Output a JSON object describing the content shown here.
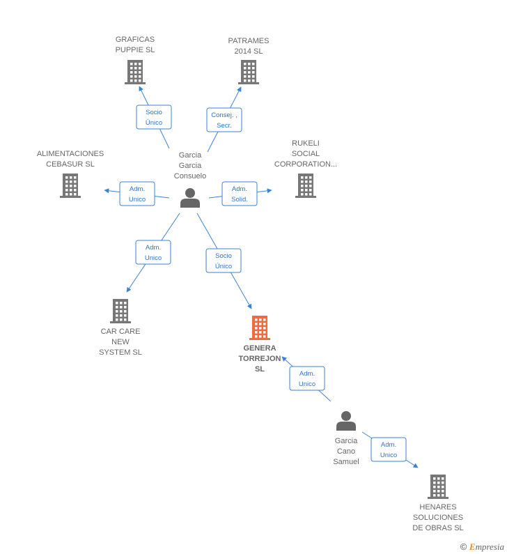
{
  "nodes": [
    {
      "id": "graficas",
      "type": "company",
      "label": [
        "GRAFICAS",
        "PUPPIE  SL"
      ],
      "color": "#777777"
    },
    {
      "id": "patrames",
      "type": "company",
      "label": [
        "PATRAMES",
        "2014  SL"
      ],
      "color": "#777777"
    },
    {
      "id": "alimentaciones",
      "type": "company",
      "label": [
        "ALIMENTACIONES",
        "CEBASUR SL"
      ],
      "color": "#777777"
    },
    {
      "id": "rukeli",
      "type": "company",
      "label": [
        "RUKELI",
        "SOCIAL",
        "CORPORATION..."
      ],
      "color": "#777777"
    },
    {
      "id": "garcia_consuelo",
      "type": "person",
      "label": [
        "Garcia",
        "Garcia",
        "Consuelo"
      ],
      "color": "#666666"
    },
    {
      "id": "carcare",
      "type": "company",
      "label": [
        "CAR CARE",
        "NEW",
        "SYSTEM  SL"
      ],
      "color": "#777777"
    },
    {
      "id": "genera",
      "type": "company",
      "label": [
        "GENERA",
        "TORREJON",
        "SL"
      ],
      "color": "#f26a3d",
      "focus": true
    },
    {
      "id": "garcia_cano",
      "type": "person",
      "label": [
        "Garcia",
        "Cano",
        "Samuel"
      ],
      "color": "#666666"
    },
    {
      "id": "henares",
      "type": "company",
      "label": [
        "HENARES",
        "SOLUCIONES",
        "DE OBRAS  SL"
      ],
      "color": "#777777"
    }
  ],
  "edges": [
    {
      "id": "e1",
      "from": "garcia_consuelo",
      "to": "graficas",
      "label": [
        "Socio",
        "Único"
      ]
    },
    {
      "id": "e2",
      "from": "garcia_consuelo",
      "to": "patrames",
      "label": [
        "Consej. ,",
        "Secr."
      ]
    },
    {
      "id": "e3",
      "from": "garcia_consuelo",
      "to": "alimentaciones",
      "label": [
        "Adm.",
        "Unico"
      ]
    },
    {
      "id": "e4",
      "from": "garcia_consuelo",
      "to": "rukeli",
      "label": [
        "Adm.",
        "Solid."
      ]
    },
    {
      "id": "e5",
      "from": "garcia_consuelo",
      "to": "carcare",
      "label": [
        "Adm.",
        "Unico"
      ]
    },
    {
      "id": "e6",
      "from": "garcia_consuelo",
      "to": "genera",
      "label": [
        "Socio",
        "Único"
      ]
    },
    {
      "id": "e7",
      "from": "garcia_cano",
      "to": "genera",
      "label": [
        "Adm.",
        "Unico"
      ]
    },
    {
      "id": "e8",
      "from": "garcia_cano",
      "to": "henares",
      "label": [
        "Adm.",
        "Unico"
      ]
    }
  ],
  "footer": {
    "copyright": "©",
    "brand_initial": "E",
    "brand_rest": "mpresia"
  },
  "colors": {
    "edge": "#3b82d6",
    "company": "#777777",
    "focus_company": "#f26a3d",
    "person": "#666666"
  }
}
